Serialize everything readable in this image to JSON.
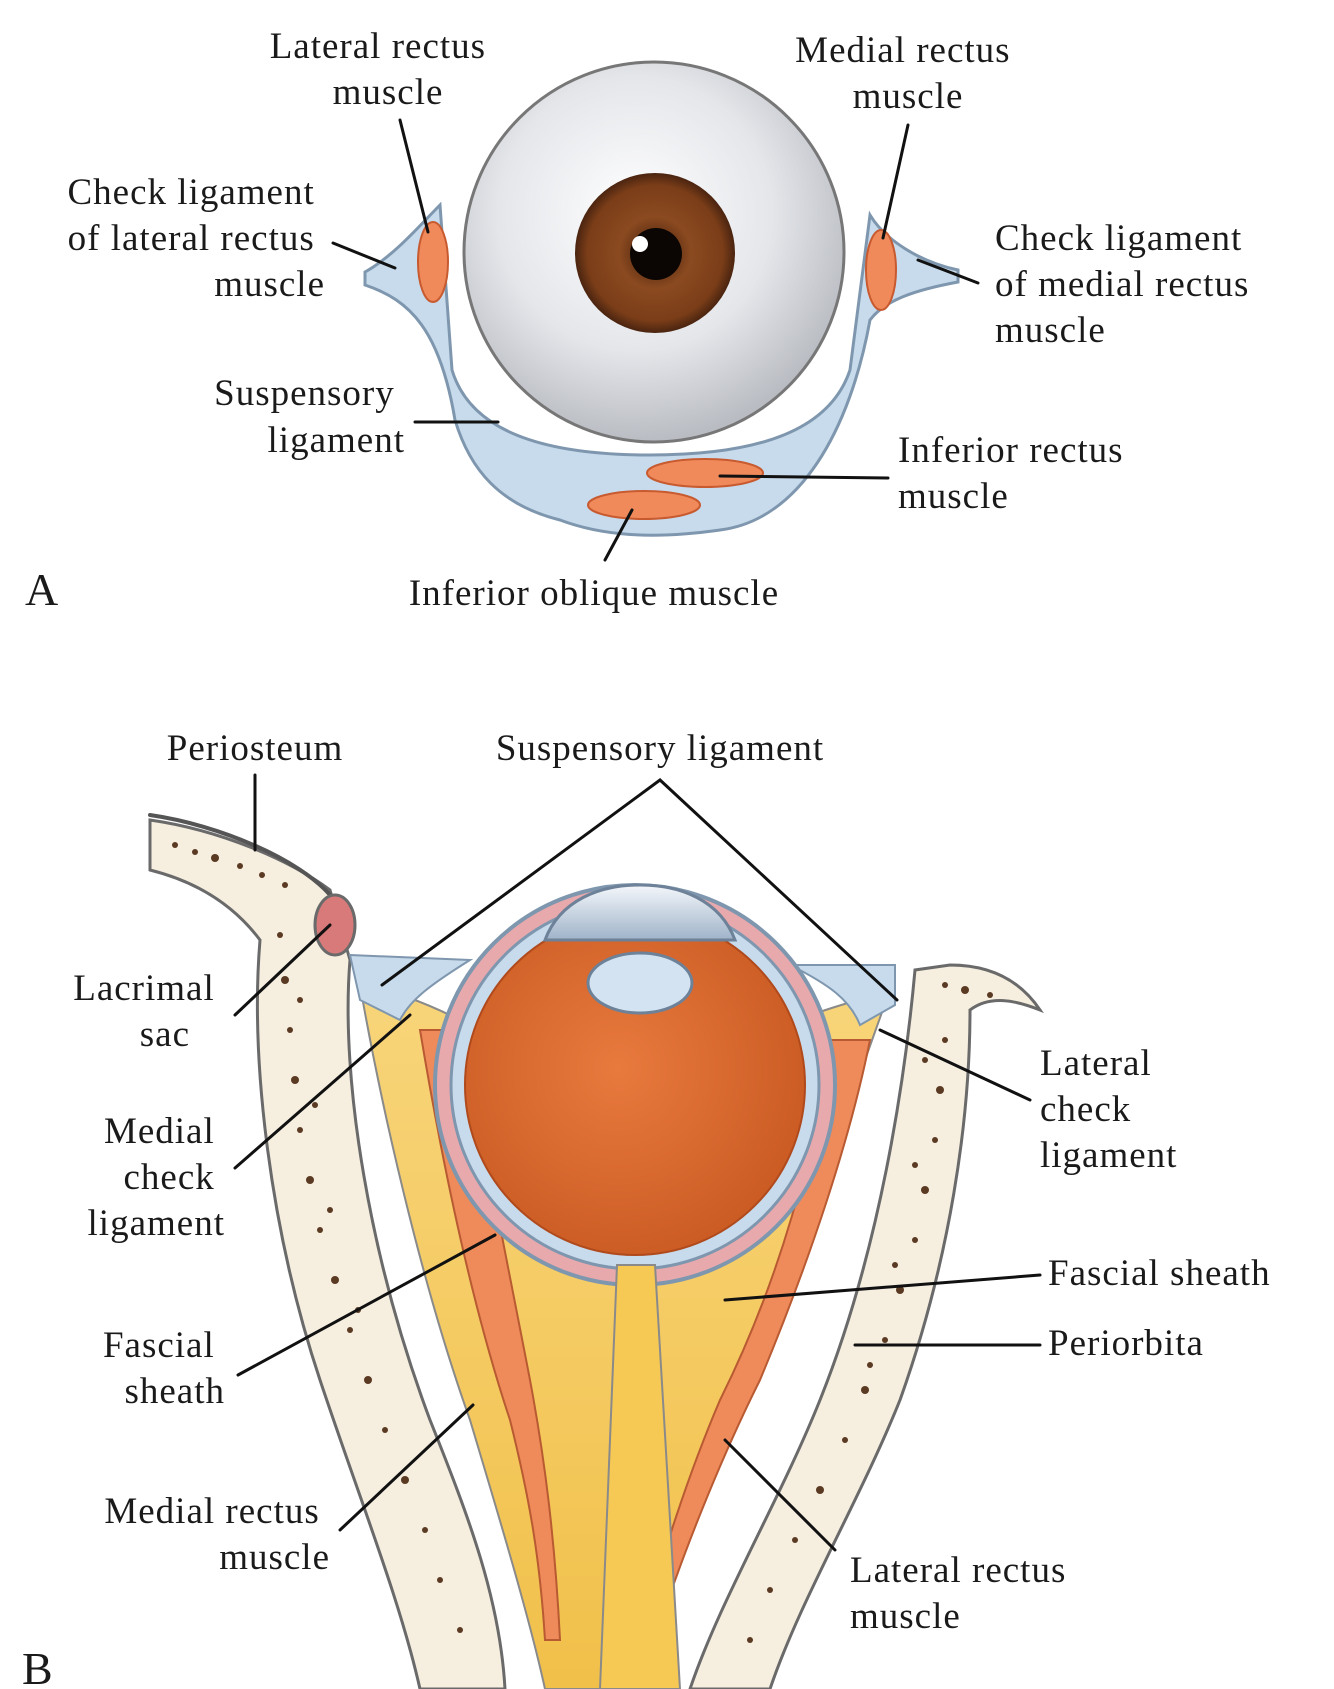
{
  "panel_a": {
    "letter": "A",
    "labels": {
      "lateral_rectus": [
        "Lateral rectus",
        "muscle"
      ],
      "medial_rectus": [
        "Medial rectus",
        "muscle"
      ],
      "check_lateral": [
        "Check ligament",
        "of lateral rectus",
        "muscle"
      ],
      "check_medial": [
        "Check ligament",
        "of medial rectus",
        "muscle"
      ],
      "suspensory": [
        "Suspensory",
        "ligament"
      ],
      "inferior_rectus": [
        "Inferior rectus",
        "muscle"
      ],
      "inferior_oblique": [
        "Inferior oblique muscle"
      ]
    }
  },
  "panel_b": {
    "letter": "B",
    "labels": {
      "periosteum": [
        "Periosteum"
      ],
      "suspensory": [
        "Suspensory ligament"
      ],
      "lacrimal_sac": [
        "Lacrimal",
        "sac"
      ],
      "medial_check": [
        "Medial",
        "check",
        "ligament"
      ],
      "lateral_check": [
        "Lateral",
        "check",
        "ligament"
      ],
      "fascial_sheath_right": [
        "Fascial sheath"
      ],
      "periorbita": [
        "Periorbita"
      ],
      "fascial_sheath_left": [
        "Fascial",
        "sheath"
      ],
      "medial_rectus": [
        "Medial rectus",
        "muscle"
      ],
      "lateral_rectus": [
        "Lateral rectus",
        "muscle"
      ]
    }
  },
  "colors": {
    "sclera": "#e6e8ec",
    "iris": "#7a3f1c",
    "muscle": "#ef8a5a",
    "ligament": "#c9dced",
    "fat": "#f6c955",
    "retina": "#e0662a",
    "bone_spots": "#5a3a22"
  }
}
